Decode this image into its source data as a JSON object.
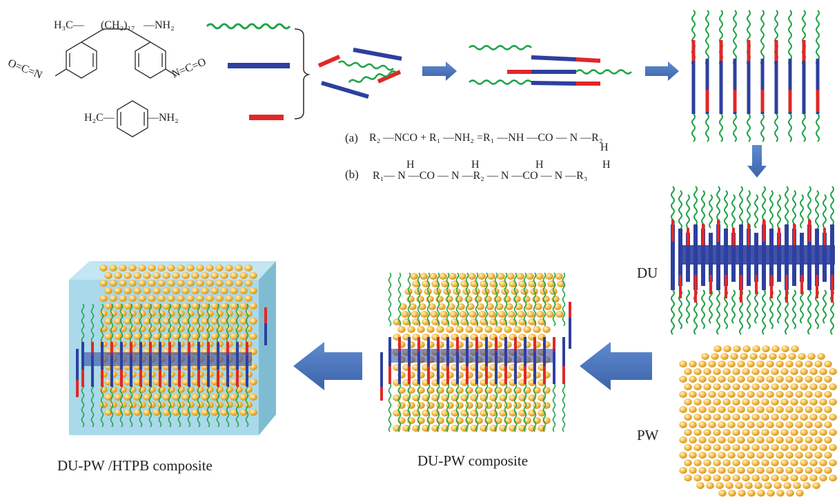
{
  "chemicals": {
    "amine_left": "H₃C—",
    "amine_mid": "(CH₂)₁₇",
    "amine_right": "—NH₂",
    "nco_left": "O=C=N",
    "nco_right": "N=C=O",
    "toluidine_left": "H₂C—",
    "toluidine_right": "—NH₂"
  },
  "reactions": {
    "a_tag": "(a)",
    "a_text": "R₂ —NCO + R₁ —NH₂ =R₁ —NH —CO — N —R₂",
    "a_h": "H",
    "b_tag": "(b)",
    "b_text": "R₁— N —CO — N —R₂ — N —CO — N —R₃",
    "b_h1": "H",
    "b_h2": "H",
    "b_h3": "H",
    "b_h4": "H"
  },
  "labels": {
    "du": "DU",
    "pw": "PW",
    "du_pw_composite": "DU-PW composite",
    "du_pw_htpb_composite": "DU-PW /HTPB composite"
  },
  "colors": {
    "alkyl_chain": "#22a34a",
    "mdi_segment": "#2e3f9e",
    "toluidine_segment": "#e02828",
    "arrow": "#4a74b8",
    "pw_particle": "#f0b33c",
    "htpb_matrix": "#9fd3e6"
  }
}
